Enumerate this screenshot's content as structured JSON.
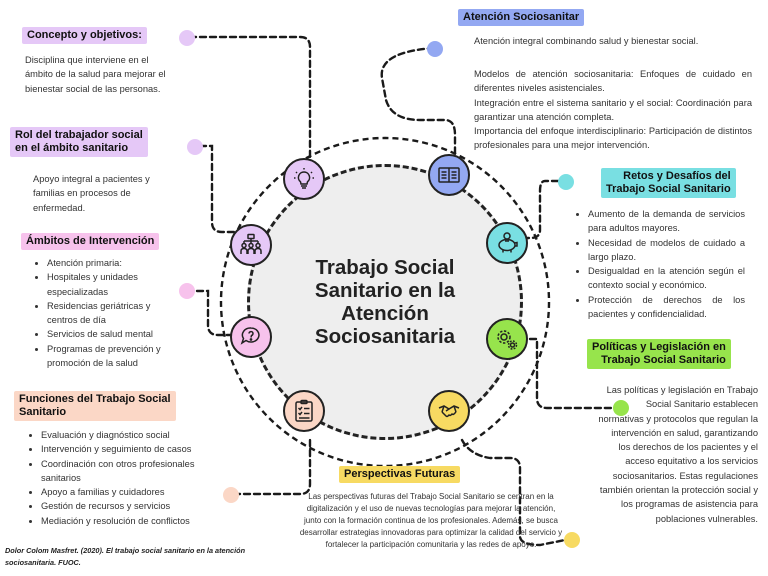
{
  "center_title": "Trabajo Social Sanitario en la Atención Sociosanitaria",
  "colors": {
    "purple": "#e5c8f7",
    "blue": "#93a8f2",
    "pink": "#f7c2ec",
    "teal": "#79dfe2",
    "green": "#97e44c",
    "peach": "#fbd7c6",
    "yellow": "#f7da62",
    "center_bg": "#eeeeee"
  },
  "sections": {
    "concepto": {
      "title": "Concepto y objetivos:",
      "text": "Disciplina que interviene en el ámbito de la salud para mejorar el bienestar social de las personas."
    },
    "rol": {
      "title_line1": "Rol del trabajador social",
      "title_line2": "en el ámbito sanitario",
      "text": "Apoyo integral a pacientes y familias en procesos de enfermedad."
    },
    "ambitos": {
      "title": "Ámbitos de Intervención",
      "items": [
        "Atención primaria:",
        "Hospitales y unidades especializadas",
        "Residencias geriátricas y centros de día",
        "Servicios de salud mental",
        "Programas de prevención y promoción de la salud"
      ]
    },
    "funciones": {
      "title_line1": "Funciones del Trabajo Social",
      "title_line2": "Sanitario",
      "items": [
        "Evaluación y diagnóstico social",
        "Intervención y seguimiento de casos",
        "Coordinación con otros profesionales sanitarios",
        "Apoyo a familias y cuidadores",
        "Gestión de recursos y servicios",
        "Mediación y resolución de conflictos"
      ]
    },
    "atencion": {
      "title": "Atención Sociosanitar",
      "intro": "Atención integral combinando salud y bienestar social.",
      "p1": "Modelos de atención sociosanitaria: Enfoques de cuidado en diferentes niveles asistenciales.",
      "p2": "Integración entre el sistema sanitario y el social: Coordinación para garantizar una atención completa.",
      "p3": "Importancia del enfoque interdisciplinario: Participación de distintos profesionales para una mejor intervención."
    },
    "retos": {
      "title_line1": "Retos y Desafíos del",
      "title_line2": "Trabajo Social Sanitario",
      "items": [
        "Aumento de la demanda de servicios para adultos mayores.",
        "Necesidad de modelos de cuidado a largo plazo.",
        "Desigualdad en la atención según el contexto social y económico.",
        "Protección de derechos de los pacientes y confidencialidad."
      ]
    },
    "politicas": {
      "title_line1": "Políticas y Legislación en",
      "title_line2": "Trabajo Social Sanitario",
      "text": "Las políticas y legislación en Trabajo Social Sanitario establecen normativas y protocolos que regulan la intervención en salud, garantizando los derechos de los pacientes y el acceso equitativo a los servicios sociosanitarios. Estas regulaciones también orientan la protección social y los programas de asistencia para poblaciones vulnerables."
    },
    "perspectivas": {
      "title": "Perspectivas Futuras",
      "text": "Las perspectivas futuras del Trabajo Social Sanitario se centran en la digitalización y el uso de nuevas tecnologías para mejorar la atención, junto con la formación continua de los profesionales. Además, se busca desarrollar estrategias innovadoras para optimizar la calidad del servicio y fortalecer la participación comunitaria y las redes de apoyo."
    }
  },
  "reference": "Dolor Colom Masfret. (2020). El trabajo social sanitario en la atención sociosanitaria. FUOC.",
  "icons": [
    "lightbulb-icon",
    "book-icon",
    "piggy-bank-icon",
    "gears-icon",
    "handshake-icon",
    "checklist-icon",
    "speech-bubble-icon",
    "team-icon"
  ]
}
